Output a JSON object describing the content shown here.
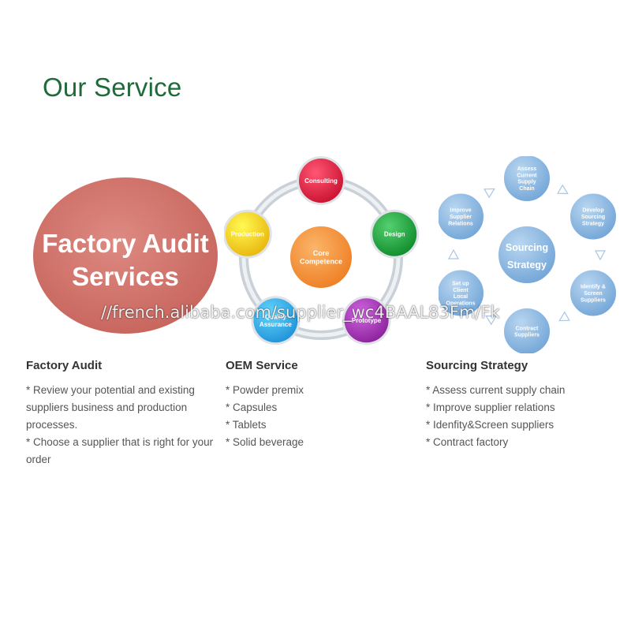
{
  "page_title": "Our Service",
  "watermark": "//french.alibaba.com/supplier_wc4BAAL83Fm/Fk",
  "factory_graphic": {
    "line1": "Factory Audit",
    "line2": "Services"
  },
  "oem_graphic": {
    "center": [
      "Core",
      "Competence"
    ],
    "nodes": [
      {
        "label": [
          "Consulting"
        ],
        "color": "#c8102e"
      },
      {
        "label": [
          "Design"
        ],
        "color": "#0f8a2a"
      },
      {
        "label": [
          "Prototype"
        ],
        "color": "#8a1f9a"
      },
      {
        "label": [
          "Quality",
          "Assurance"
        ],
        "color": "#1e90d6"
      },
      {
        "label": [
          "Production"
        ],
        "color": "#e8b40c"
      }
    ]
  },
  "sourcing_graphic": {
    "center": [
      "Sourcing",
      "Strategy"
    ],
    "nodes": [
      {
        "label": [
          "Assess",
          "Current",
          "Supply",
          "Chain"
        ]
      },
      {
        "label": [
          "Develop",
          "Sourcing",
          "Strategy"
        ]
      },
      {
        "label": [
          "Identify &",
          "Screen",
          "Suppliers"
        ]
      },
      {
        "label": [
          "Contract",
          "Suppliers"
        ]
      },
      {
        "label": [
          "Set up",
          "Client",
          "Local",
          "Operations"
        ]
      },
      {
        "label": [
          "Improve",
          "Supplier",
          "Relations"
        ]
      }
    ]
  },
  "columns": [
    {
      "title": "Factory Audit",
      "items": [
        "* Review your potential and existing suppliers business and production processes.",
        "* Choose a supplier that is right for your order"
      ]
    },
    {
      "title": "OEM Service",
      "items": [
        "* Powder premix",
        "* Capsules",
        "* Tablets",
        "* Solid beverage"
      ]
    },
    {
      "title": "Sourcing Strategy",
      "items": [
        "* Assess current supply chain",
        "* Improve supplier relations",
        "* Idenfity&Screen suppliers",
        "* Contract factory"
      ]
    }
  ]
}
